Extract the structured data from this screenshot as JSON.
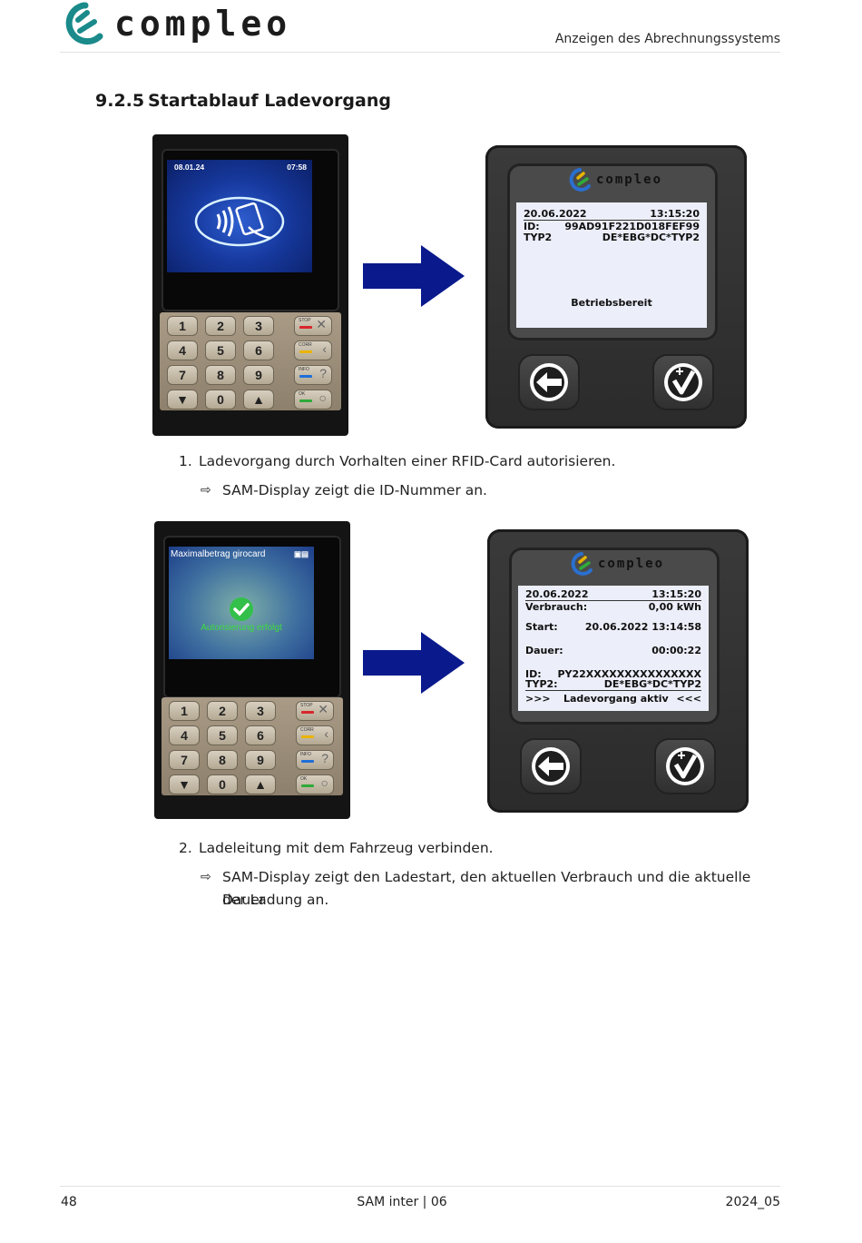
{
  "header": {
    "brand": "compleo",
    "title": "Anzeigen des Abrechnungssystems"
  },
  "section": {
    "number": "9.2.5",
    "title": "Startablauf Ladevorgang"
  },
  "figure1": {
    "terminal": {
      "date": "08.01.24",
      "time": "07:58",
      "icon": "contactless-card-icon"
    },
    "sam": {
      "brand": "compleo",
      "datetime_date": "20.06.2022",
      "datetime_time": "13:15:20",
      "id_label": "ID:",
      "id_value": "99AD91F221D018FEF99",
      "typ_label": "TYP2",
      "typ_value": "DE*EBG*DC*TYP2",
      "status": "Betriebsbereit"
    }
  },
  "figure2": {
    "terminal": {
      "title": "Maximalbetrag girocard",
      "message": "Autorisierung erfolgt",
      "icon": "check-circle-icon"
    },
    "sam": {
      "brand": "compleo",
      "datetime_date": "20.06.2022",
      "datetime_time": "13:15:20",
      "consumption_label": "Verbrauch:",
      "consumption_value": "0,00 kWh",
      "start_label": "Start:",
      "start_value": "20.06.2022  13:14:58",
      "duration_label": "Dauer:",
      "duration_value": "00:00:22",
      "id_label": "ID:",
      "id_value": "PY22XXXXXXXXXXXXXXX",
      "typ_label": "TYP2:",
      "typ_value": "DE*EBG*DC*TYP2",
      "status_left": ">>>",
      "status": "Ladevorgang aktiv",
      "status_right": "<<<"
    }
  },
  "keypad": {
    "keys": [
      "1",
      "2",
      "3",
      "4",
      "5",
      "6",
      "7",
      "8",
      "9",
      "▼",
      "0",
      "▲"
    ],
    "function_keys": [
      {
        "label": "STOP",
        "color": "#d8262c",
        "symbol": "✕"
      },
      {
        "label": "CORR",
        "color": "#e8b400",
        "symbol": "‹"
      },
      {
        "label": "INFO",
        "color": "#1e6fd8",
        "symbol": "?"
      },
      {
        "label": "OK",
        "color": "#2faa3a",
        "symbol": "○"
      }
    ]
  },
  "steps": [
    {
      "number": "1.",
      "text": "Ladevorgang durch Vorhalten einer RFID-Card autorisieren.",
      "result_marker": "⇨",
      "result": "SAM-Display zeigt die ID-Nummer an."
    },
    {
      "number": "2.",
      "text": "Ladeleitung mit dem Fahrzeug verbinden.",
      "result_marker": "⇨",
      "result_line1": "SAM-Display zeigt den Ladestart, den aktuellen Verbrauch und die aktuelle Dauer",
      "result_line2": "der Ladung an."
    }
  ],
  "footer": {
    "page": "48",
    "doc": "SAM inter | 06",
    "date": "2024_05"
  },
  "colors": {
    "brand_teal": "#1a8a8a",
    "arrow_blue": "#0a1a8c",
    "screen_bg": "#eceef9"
  }
}
